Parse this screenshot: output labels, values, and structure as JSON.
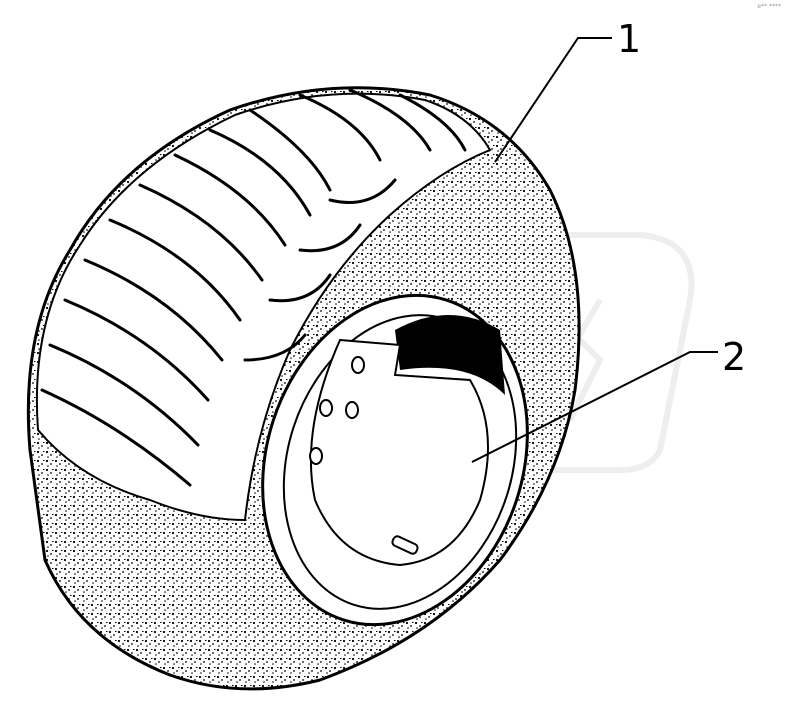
{
  "callouts": [
    {
      "id": "1",
      "label": "1",
      "part": "tyre"
    },
    {
      "id": "2",
      "label": "2",
      "part": "wheel-rim"
    }
  ],
  "watermark": {
    "color": "#d9d9d9"
  },
  "line_color": "#000000",
  "corner_mark": "e** ****"
}
